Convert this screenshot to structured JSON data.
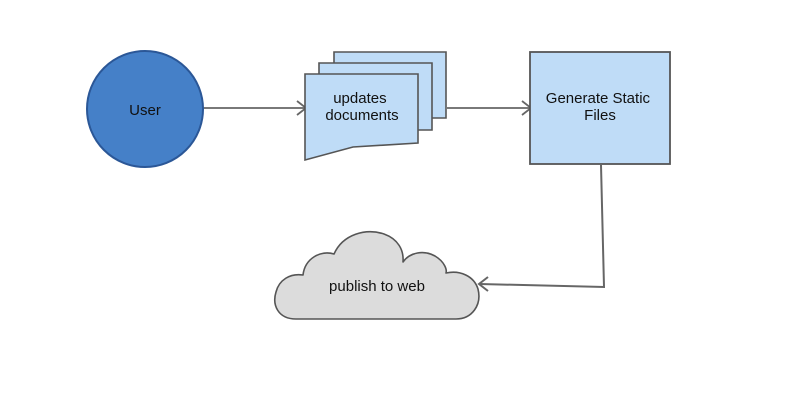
{
  "diagram": {
    "nodes": {
      "user": {
        "label": "User"
      },
      "documents": {
        "label_lines": [
          "updates",
          "documents"
        ]
      },
      "generate": {
        "label_lines": [
          "Generate Static",
          "Files"
        ]
      },
      "publish": {
        "label": "publish to web"
      }
    },
    "colors": {
      "user_fill": "#4580c8",
      "user_stroke": "#2b5797",
      "doc_fill": "#bfdcf7",
      "doc_stroke": "#555555",
      "generate_fill": "#bfdcf7",
      "generate_stroke": "#555555",
      "cloud_fill": "#dcdcdc",
      "cloud_stroke": "#555555",
      "connector": "#666666"
    }
  }
}
